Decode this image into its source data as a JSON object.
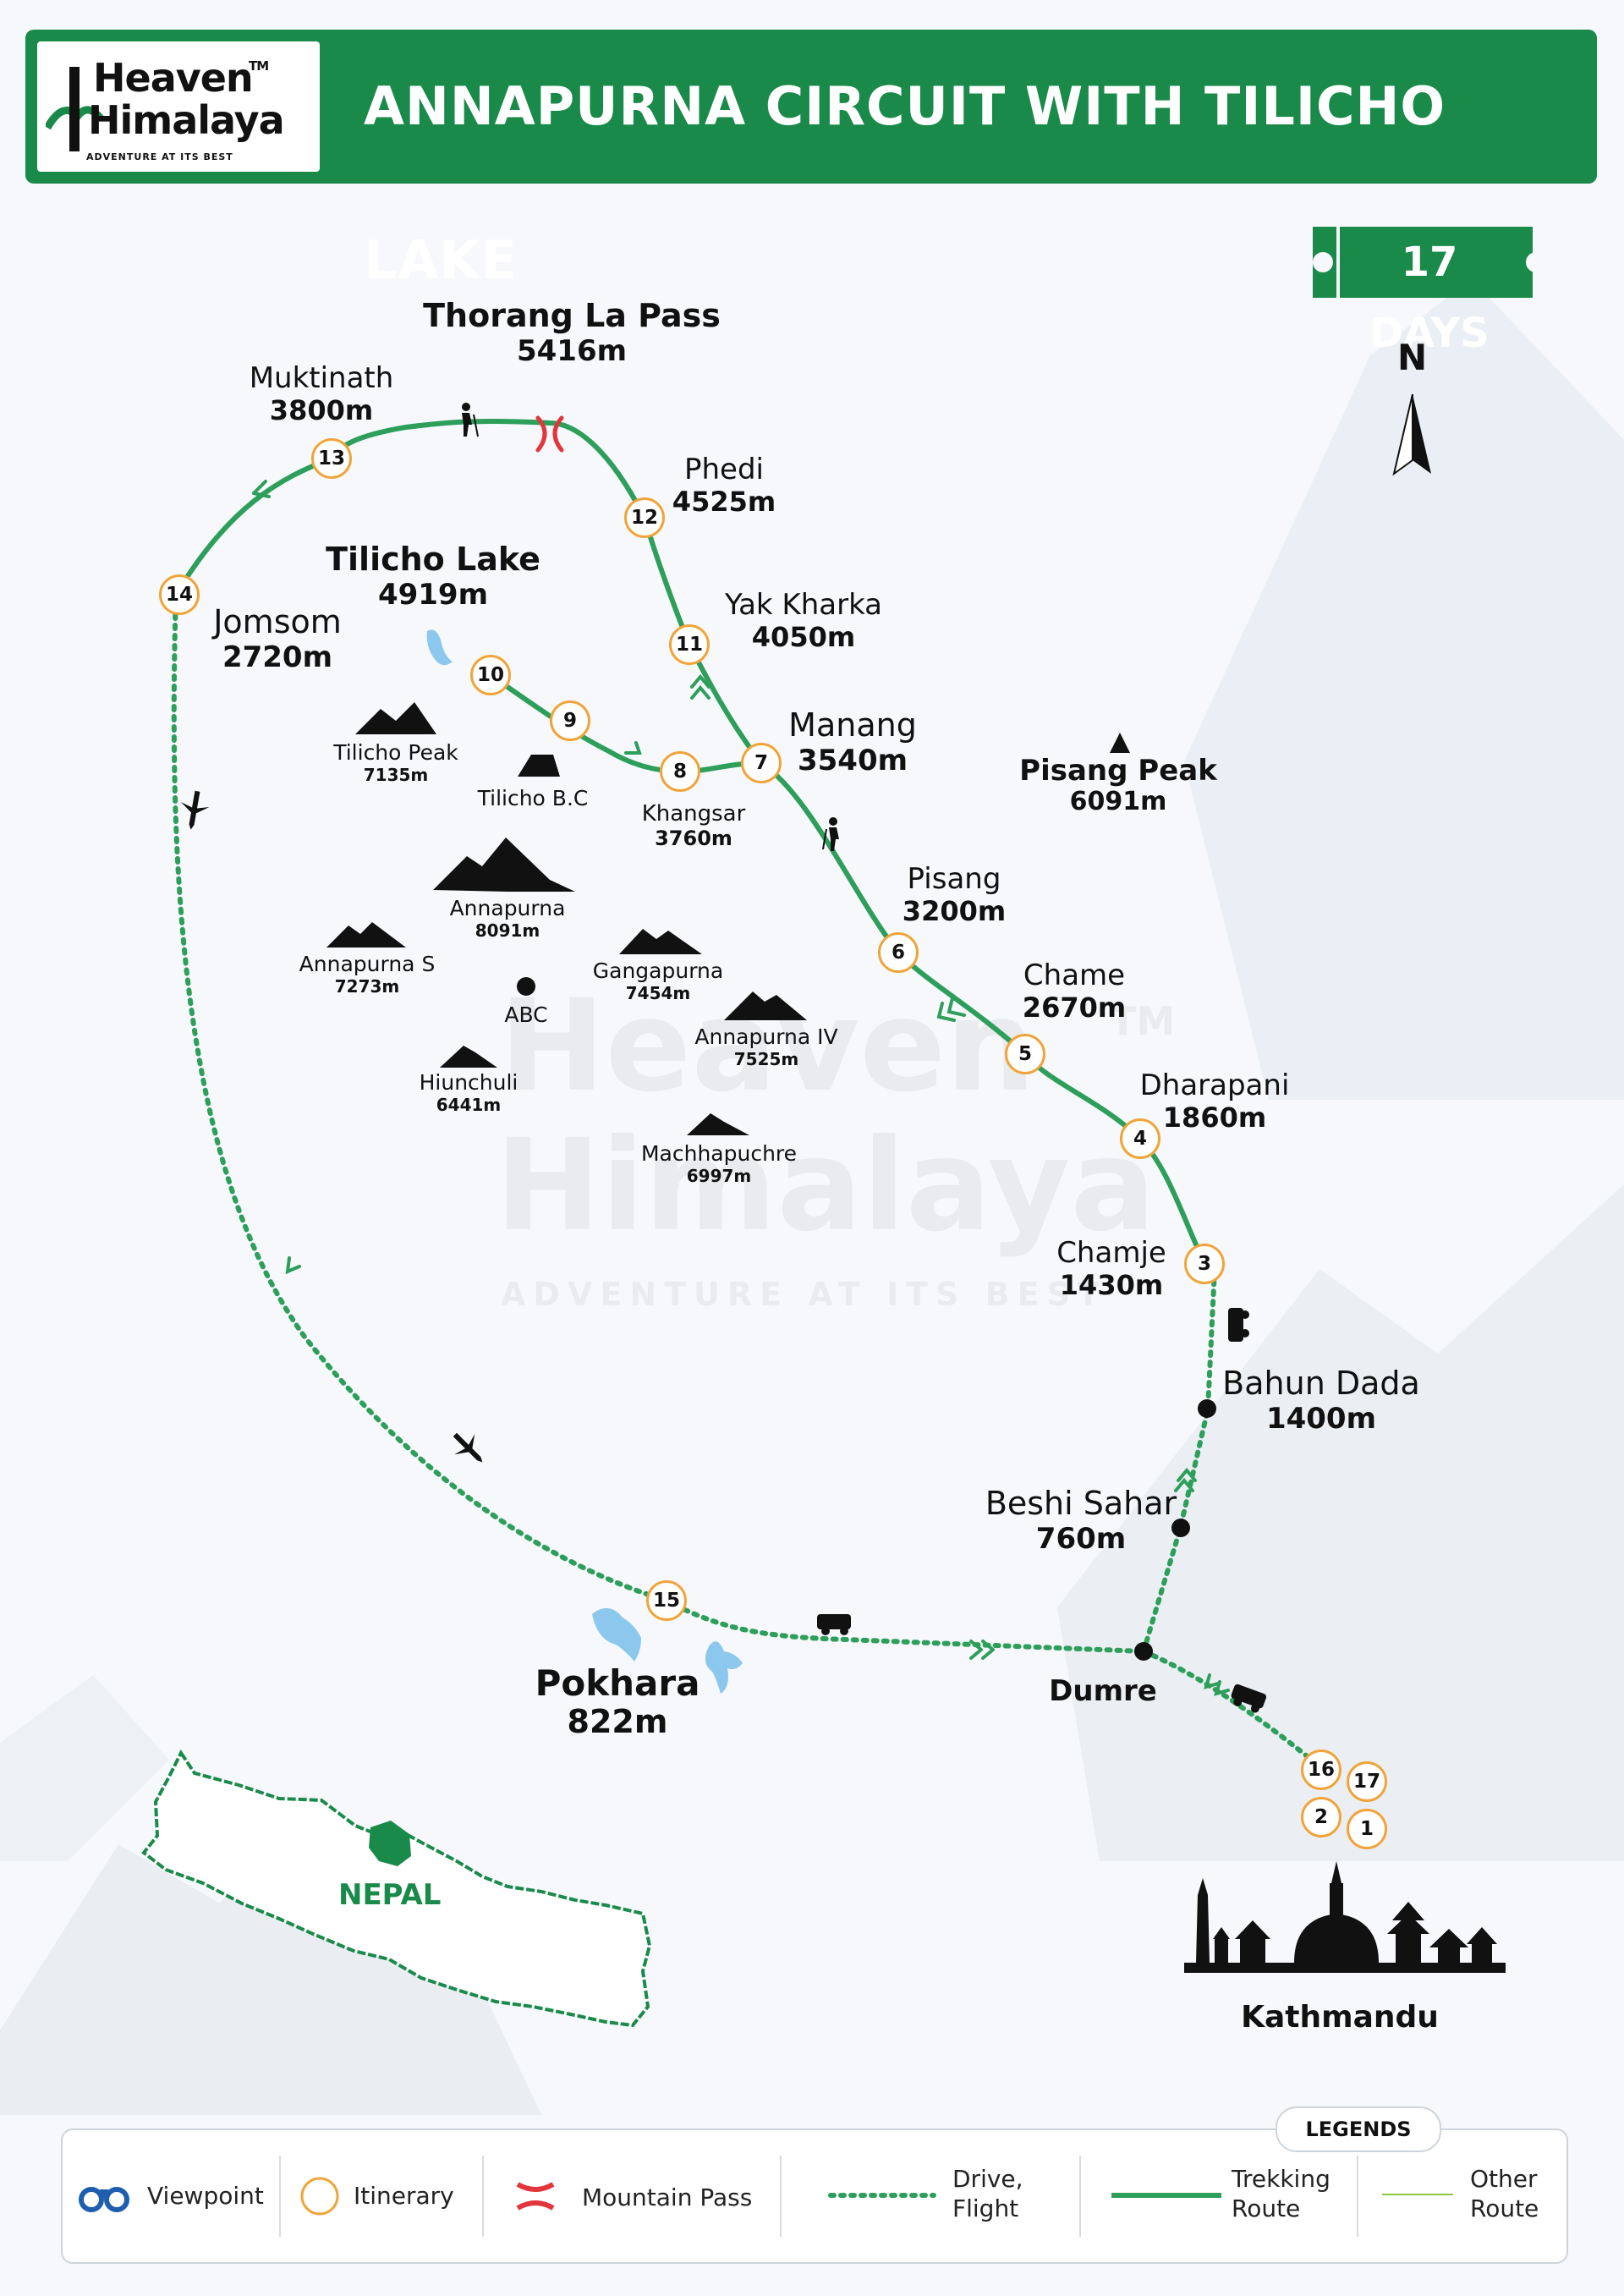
{
  "header": {
    "logo": {
      "line1": "Heaven",
      "tm": "TM",
      "line2": "Himalaya",
      "tagline": "ADVENTURE AT ITS BEST"
    },
    "title": "ANNAPURNA CIRCUIT WITH TILICHO LAKE"
  },
  "duration_badge": "17 DAYS",
  "compass": {
    "label": "N"
  },
  "places": {
    "thorang": {
      "name": "Thorang La Pass",
      "elev": "5416m"
    },
    "muktinath": {
      "name": "Muktinath",
      "elev": "3800m"
    },
    "phedi": {
      "name": "Phedi",
      "elev": "4525m"
    },
    "tilicho_lake": {
      "name": "Tilicho Lake",
      "elev": "4919m"
    },
    "jomsom": {
      "name": "Jomsom",
      "elev": "2720m"
    },
    "yak_kharka": {
      "name": "Yak Kharka",
      "elev": "4050m"
    },
    "manang": {
      "name": "Manang",
      "elev": "3540m"
    },
    "khangsar": {
      "name": "Khangsar",
      "elev": "3760m"
    },
    "pisang": {
      "name": "Pisang",
      "elev": "3200m"
    },
    "chame": {
      "name": "Chame",
      "elev": "2670m"
    },
    "dharapani": {
      "name": "Dharapani",
      "elev": "1860m"
    },
    "chamje": {
      "name": "Chamje",
      "elev": "1430m"
    },
    "bahun_dada": {
      "name": "Bahun Dada",
      "elev": "1400m"
    },
    "beshi_sahar": {
      "name": "Beshi Sahar",
      "elev": "760m"
    },
    "pokhara": {
      "name": "Pokhara",
      "elev": "822m"
    },
    "dumre": {
      "name": "Dumre"
    },
    "kathmandu": {
      "name": "Kathmandu"
    },
    "tilicho_bc": {
      "name": "Tilicho B.C"
    },
    "abc": {
      "name": "ABC"
    }
  },
  "peaks": {
    "pisang_peak": {
      "name": "Pisang Peak",
      "elev": "6091m"
    },
    "tilicho_peak": {
      "name": "Tilicho Peak",
      "elev": "7135m"
    },
    "annapurna": {
      "name": "Annapurna",
      "elev": "8091m"
    },
    "annapurna_s": {
      "name": "Annapurna S",
      "elev": "7273m"
    },
    "gangapurna": {
      "name": "Gangapurna",
      "elev": "7454m"
    },
    "annapurna_iv": {
      "name": "Annapurna IV",
      "elev": "7525m"
    },
    "hiunchuli": {
      "name": "Hiunchuli",
      "elev": "6441m"
    },
    "machhapuchre": {
      "name": "Machhapuchre",
      "elev": "6997m"
    }
  },
  "itinerary_stops": [
    "1",
    "2",
    "3",
    "4",
    "5",
    "6",
    "7",
    "8",
    "9",
    "10",
    "11",
    "12",
    "13",
    "14",
    "15",
    "16",
    "17"
  ],
  "inset": {
    "country": "NEPAL"
  },
  "watermark": {
    "line1": "Heaven",
    "tm": "TM",
    "line2": "Himalaya",
    "tagline": "ADVENTURE AT ITS BEST"
  },
  "legend": {
    "title": "LEGENDS",
    "viewpoint": "Viewpoint",
    "itinerary": "Itinerary",
    "mountain_pass": "Mountain Pass",
    "drive_flight_1": "Drive,",
    "drive_flight_2": "Flight",
    "trekking_1": "Trekking",
    "trekking_2": "Route",
    "other_1": "Other",
    "other_2": "Route"
  },
  "colors": {
    "brand_green": "#1a8a4a",
    "route_green": "#2e9e5b",
    "stop_orange": "#f0a43a",
    "pass_red": "#e0363c",
    "lake_blue": "#8cc8ee"
  }
}
